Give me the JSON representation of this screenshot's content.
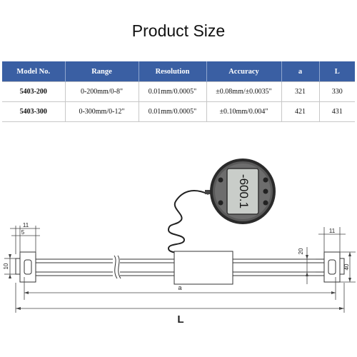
{
  "title": "Product Size",
  "table": {
    "headers": [
      "Model No.",
      "Range",
      "Resolution",
      "Accuracy",
      "a",
      "L"
    ],
    "rows": [
      [
        "5403-200",
        "0-200mm/0-8\"",
        "0.01mm/0.0005\"",
        "±0.08mm/±0.0035\"",
        "321",
        "330"
      ],
      [
        "5403-300",
        "0-300mm/0-12\"",
        "0.01mm/0.0005\"",
        "±0.10mm/0.004\"",
        "421",
        "431"
      ]
    ]
  },
  "drawing": {
    "display_reading": "-600.1",
    "dims": {
      "top_left_outer": "11",
      "top_left_inner": "5",
      "left_height": "10",
      "top_right": "11",
      "rail_height": "20",
      "right_height": "40",
      "a": "a",
      "L": "L"
    }
  }
}
